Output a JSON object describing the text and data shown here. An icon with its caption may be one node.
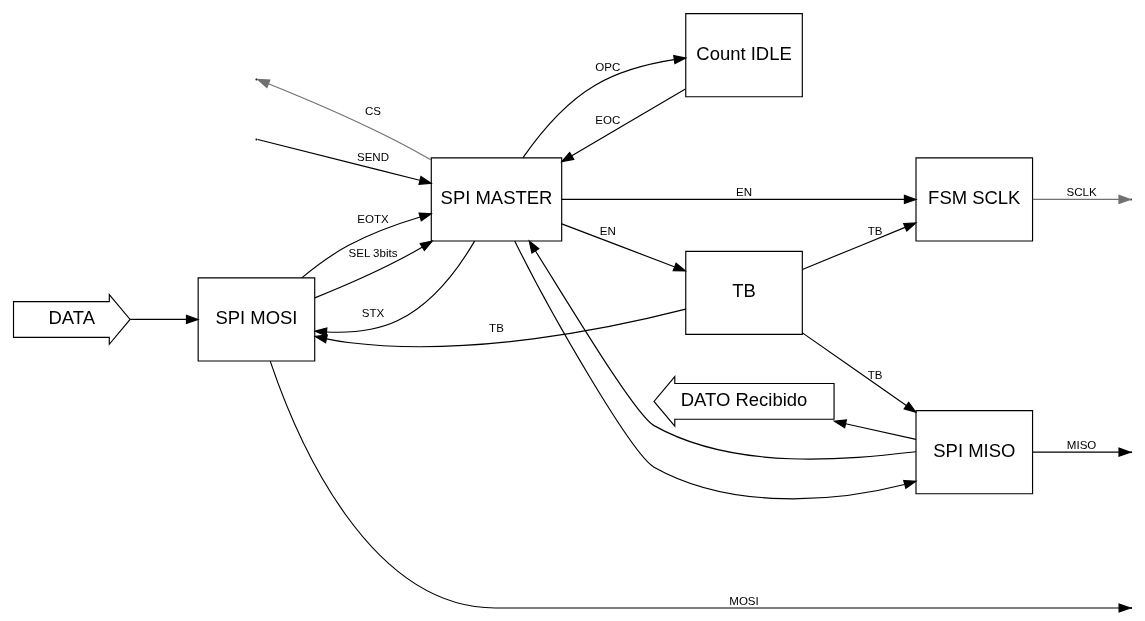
{
  "diagram": {
    "nodes": [
      {
        "text": [
          "DATA"
        ]
      },
      {
        "text": [
          "SPI MOSI"
        ]
      },
      {
        "text": [
          "SPI MASTER"
        ]
      },
      {
        "text": [
          "Count IDLE"
        ]
      },
      {
        "text": [
          "FSM SCLK"
        ]
      },
      {
        "text": [
          "TB"
        ]
      },
      {
        "text": [
          "SPI MISO"
        ]
      },
      {
        "text": [
          "DATO Recibido"
        ]
      }
    ],
    "edges": [
      {
        "from": 0,
        "to": 1,
        "arrow": "to"
      },
      {
        "from": 1,
        "to": null,
        "label": "MOSI",
        "arrow": "to"
      },
      {
        "from": 5,
        "to": 1,
        "label": "TB",
        "arrow": "to"
      },
      {
        "from": 2,
        "to": 1,
        "label": "STX",
        "arrow": "to"
      },
      {
        "from": 1,
        "to": 2,
        "label": "EOTX",
        "arrow": "to"
      },
      {
        "from": 1,
        "to": 2,
        "label": "SEL 3bits",
        "arrow": "to"
      },
      {
        "from": 2,
        "to": null,
        "label": "CS",
        "arrow": "to",
        "color": "#707070"
      },
      {
        "from": null,
        "to": 2,
        "label": "SEND",
        "arrow": "to"
      },
      {
        "from": 2,
        "to": 3,
        "label": "OPC",
        "arrow": "to"
      },
      {
        "from": 3,
        "to": 2,
        "label": "EOC",
        "arrow": "to"
      },
      {
        "from": 2,
        "to": 5,
        "label": "EN",
        "arrow": "to"
      },
      {
        "from": 2,
        "to": 4,
        "label": "EN",
        "arrow": "to"
      },
      {
        "from": 4,
        "to": null,
        "label": "SCLK",
        "arrow": "to",
        "color": "#707070"
      },
      {
        "from": 5,
        "to": 4,
        "label": "TB",
        "arrow": "to"
      },
      {
        "from": 5,
        "to": 6,
        "label": "TB",
        "arrow": "to"
      },
      {
        "from": 2,
        "to": 6,
        "arrow": "to"
      },
      {
        "from": 6,
        "to": 2,
        "arrow": "to"
      },
      {
        "from": 6,
        "to": 7,
        "arrow": "to"
      },
      {
        "from": 6,
        "to": null,
        "label": "MISO",
        "arrow": "to"
      }
    ]
  }
}
